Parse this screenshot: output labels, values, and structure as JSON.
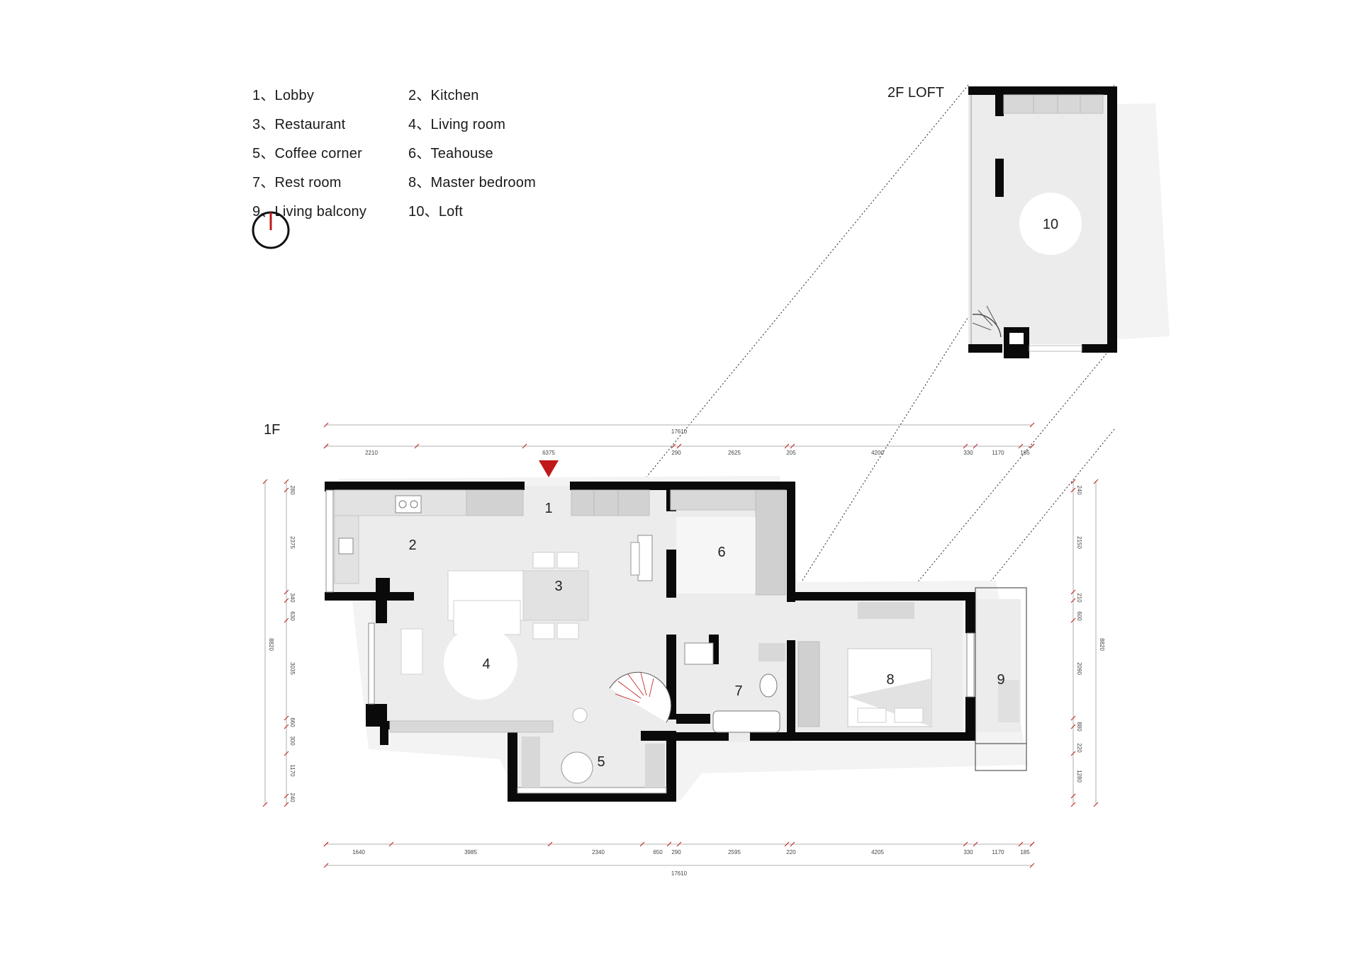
{
  "legend": [
    {
      "label": "1、Lobby"
    },
    {
      "label": "2、Kitchen"
    },
    {
      "label": "3、Restaurant"
    },
    {
      "label": "4、Living room"
    },
    {
      "label": "5、Coffee corner"
    },
    {
      "label": "6、Teahouse"
    },
    {
      "label": "7、Rest room"
    },
    {
      "label": "8、Master bedroom"
    },
    {
      "label": "9、Living balcony"
    },
    {
      "label": "10、Loft"
    }
  ],
  "floors": {
    "first": "1F",
    "loft": "2F LOFT"
  },
  "rooms": [
    "1",
    "2",
    "3",
    "4",
    "5",
    "6",
    "7",
    "8",
    "9",
    "10"
  ],
  "dimensions": {
    "top_total": "17610",
    "top_segments": [
      "2210",
      "6375",
      "290",
      "2625",
      "205",
      "4200",
      "330",
      "1170",
      "185"
    ],
    "bottom_total": "17610",
    "bottom_segments": [
      "1640",
      "3985",
      "2340",
      "650",
      "290",
      "2595",
      "220",
      "4205",
      "330",
      "1170",
      "185"
    ],
    "left_total": "8820",
    "left_segments": [
      "280",
      "2375",
      "340",
      "630",
      "3035",
      "660",
      "300",
      "1170",
      "240"
    ],
    "right_total": "8820",
    "right_segments": [
      "240",
      "2150",
      "210",
      "600",
      "2090",
      "880",
      "220",
      "1280"
    ]
  },
  "colors": {
    "wall": "#0a0a0a",
    "floor": "#eeeeee",
    "shadow": "#f3f3f3",
    "accent": "#c01818",
    "furniture": "#d7d7d7"
  }
}
